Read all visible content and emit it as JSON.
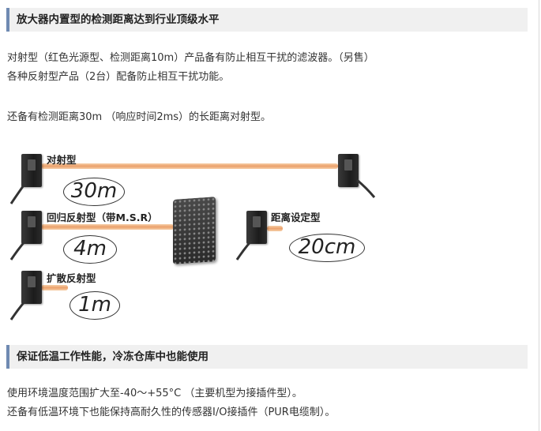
{
  "sections": [
    {
      "heading": "放大器内置型的检测距离达到行业顶级水平",
      "paragraphs": [
        "对射型（红色光源型、检测距离10m）产品备有防止相互干扰的滤波器。（另售）",
        "各种反射型产品（2台）配备防止相互干扰功能。",
        "还备有检测距离30m （响应时间2ms）的长距离对射型。"
      ]
    },
    {
      "heading": "保证低温工作性能，冷冻仓库中也能使用",
      "paragraphs": [
        "使用环境温度范围扩大至-40～+55°C （主要机型为接插件型）。",
        "还备有低温环境下也能保持高耐久性的传感器I/O接插件（PUR电缆制）。"
      ]
    }
  ],
  "figure": {
    "through_beam": {
      "label": "对射型",
      "distance": "30m"
    },
    "retro_reflective": {
      "label": "回归反射型（带M.S.R）",
      "distance": "4m"
    },
    "distance_settable": {
      "label": "距离设定型",
      "distance": "20cm"
    },
    "diffuse_reflective": {
      "label": "扩散反射型",
      "distance": "1m"
    },
    "colors": {
      "beam": "#eba06b",
      "sensor": "#222222",
      "accent": "#6f8ab2"
    }
  }
}
